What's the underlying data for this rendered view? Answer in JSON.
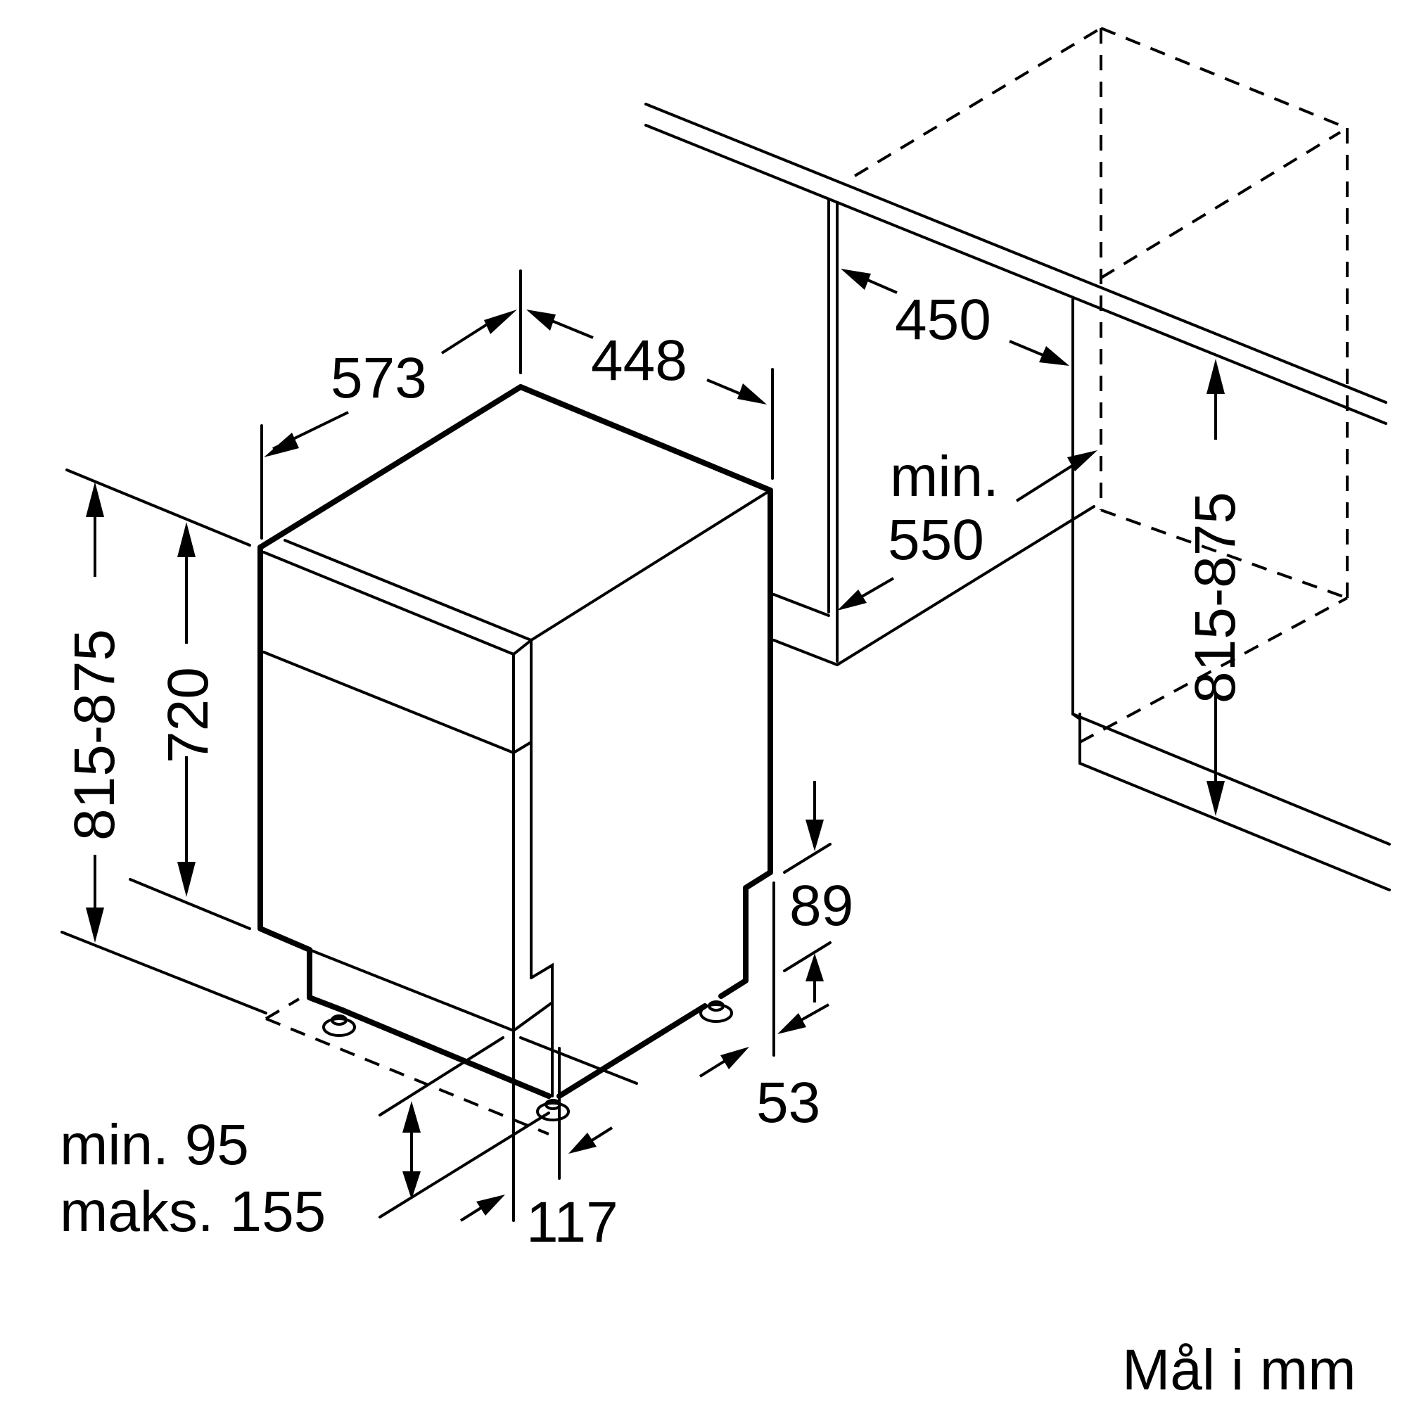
{
  "dimensions": {
    "depth": "573",
    "width": "448",
    "niche_width_label": "450",
    "niche_depth_min_label": "min.",
    "niche_depth_min_value": "550",
    "total_height_left": "815-875",
    "body_height": "720",
    "niche_height_right": "815-875",
    "plinth_height": "89",
    "plinth_setback": "53",
    "door_offset": "117",
    "toe_kick_min": "min. 95",
    "toe_kick_max": "maks. 155"
  },
  "units_note": "Mål i mm"
}
